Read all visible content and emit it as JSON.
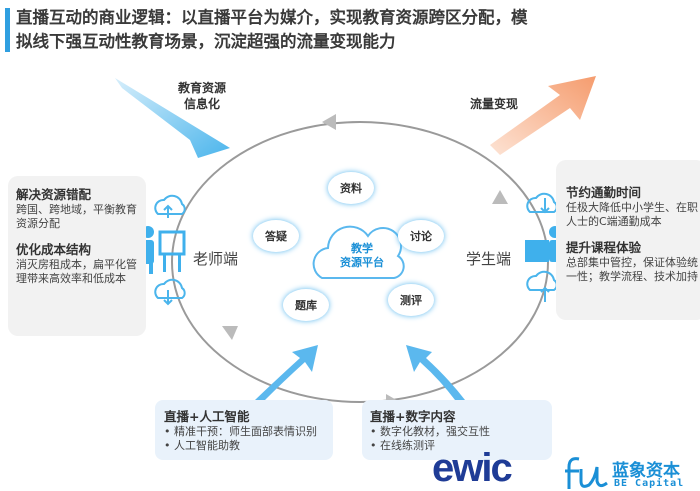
{
  "title": {
    "line1": "直播互动的商业逻辑：以直播平台为媒介，实现教育资源跨区分配，模",
    "line2": "拟线下强互动性教育场景，沉淀超强的流量变现能力"
  },
  "arrows": {
    "left_top": "教育资源\n信息化",
    "right_top": "流量变现"
  },
  "nodes": {
    "teacher": "老师端",
    "student": "学生端",
    "center": "教学\n资源平台",
    "bubbles": [
      "资料",
      "讨论",
      "答疑",
      "题库",
      "测评"
    ]
  },
  "left_box": {
    "h1": "解决资源错配",
    "t1": "跨国、跨地域，平衡教育资源分配",
    "h2": "优化成本结构",
    "t2": "消灭房租成本，扁平化管理带来高效率和低成本"
  },
  "right_box": {
    "h1": "节约通勤时间",
    "t1": "任极大降低中小学生、在职人士的C端通勤成本",
    "h2": "提升课程体验",
    "t2": "总部集中管控，保证体验统一性；教学流程、技术加持"
  },
  "bottom_left": {
    "title": "直播+人工智能",
    "items": [
      "精准干预：师生面部表情识别",
      "人工智能助教"
    ]
  },
  "bottom_right": {
    "title": "直播+数字内容",
    "items": [
      "数字化教材，强交互性",
      "在线练测评"
    ]
  },
  "logos": {
    "ewic": "ewic",
    "be_cn": "蓝象资本",
    "be_en": "BE Capital"
  },
  "colors": {
    "accent": "#2f9fe0",
    "orange": "#f7b38e"
  }
}
